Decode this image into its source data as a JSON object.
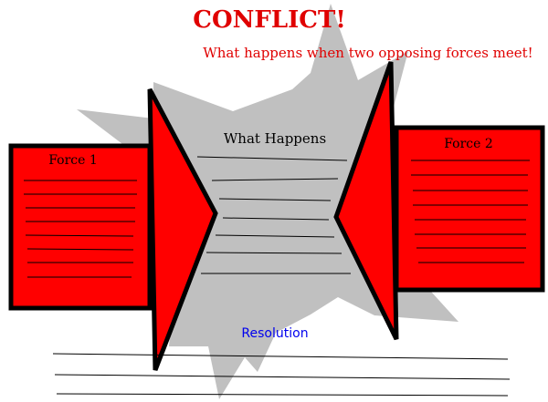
{
  "header": {
    "title": "CONFLICT!",
    "subtitle": "What happens when two opposing forces meet!"
  },
  "force_left": {
    "label": "Force 1"
  },
  "force_right": {
    "label": "Force 2"
  },
  "center": {
    "label": "What Happens"
  },
  "resolution": {
    "label": "Resolution"
  },
  "colors": {
    "title": "#e00000",
    "subtitle": "#e00000",
    "resolution_label": "#0000ee",
    "force_fill": "#ff0000",
    "force_stroke": "#000000",
    "burst": "#c0c0c0",
    "writing_line": "#000000"
  }
}
